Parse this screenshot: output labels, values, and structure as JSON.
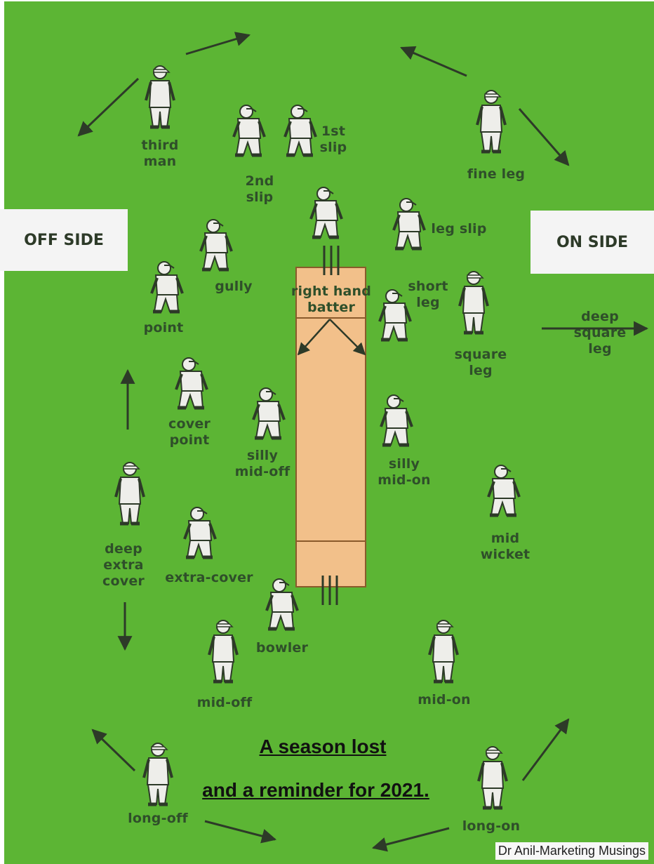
{
  "side_labels": {
    "off": "OFF SIDE",
    "on": "ON SIDE"
  },
  "positions": {
    "third_man": "third\nman",
    "first_slip": "1st\nslip",
    "second_slip": "2nd\nslip",
    "fine_leg": "fine leg",
    "gully": "gully",
    "leg_slip": "leg slip",
    "point": "point",
    "short_leg": "short\nleg",
    "square_leg": "square\nleg",
    "deep_square_leg": "deep\nsquare\nleg",
    "cover_point": "cover\npoint",
    "silly_mid_off": "silly\nmid-off",
    "silly_mid_on": "silly\nmid-on",
    "mid_wicket": "mid\nwicket",
    "deep_extra_cover": "deep\nextra\ncover",
    "extra_cover": "extra-cover",
    "bowler": "bowler",
    "mid_off": "mid-off",
    "mid_on": "mid-on",
    "long_off": "long-off",
    "long_on": "long-on"
  },
  "pitch": {
    "batter_label": "right hand\nbatter"
  },
  "headline": {
    "line1": "A season lost",
    "line2": "and a reminder for 2021."
  },
  "credit": "Dr Anil-Marketing Musings",
  "colors": {
    "field": "#5cb534",
    "pitch": "#f2c08a",
    "text": "#2f4f2a",
    "figure": "#eeeeea"
  }
}
